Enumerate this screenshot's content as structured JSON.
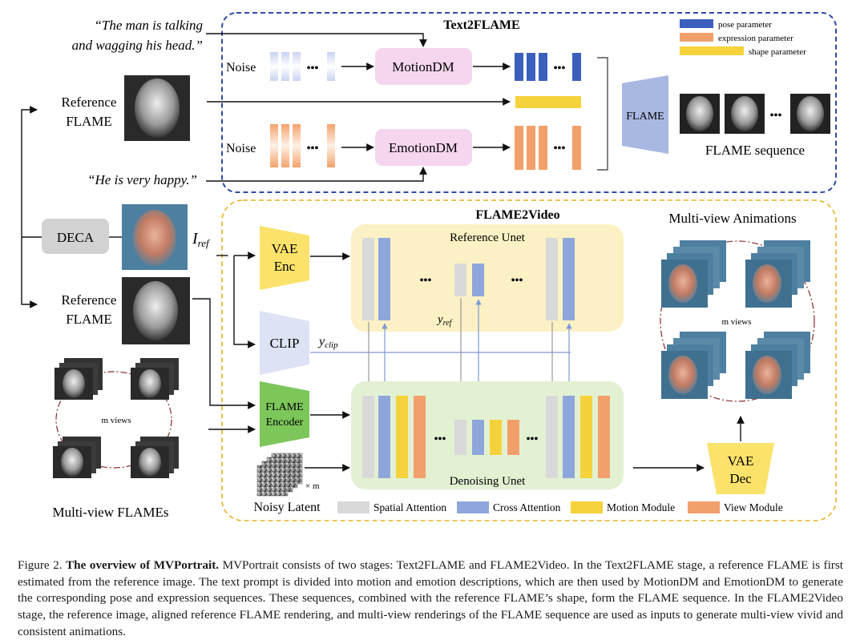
{
  "diagram": {
    "text2flame": {
      "title": "Text2FLAME",
      "prompt_motion": "“The man is talking and wagging his head.”",
      "prompt_motion_line1": "“The man is talking",
      "prompt_motion_line2": "and wagging his head.”",
      "prompt_emotion": "“He is very happy.”",
      "noise_label": "Noise",
      "ellipsis": "•••",
      "motion_model": "MotionDM",
      "emotion_model": "EmotionDM",
      "flame_block": "FLAME",
      "flame_sequence_label": "FLAME sequence",
      "legend": [
        {
          "label": "pose parameter",
          "color": "#3a5fbd"
        },
        {
          "label": "expression parameter",
          "color": "#f2a06b"
        },
        {
          "label": "shape parameter",
          "color": "#f5d23c"
        }
      ]
    },
    "inputs": {
      "reference_flame": "Reference FLAME",
      "ref_line1": "Reference",
      "ref_line2": "FLAME",
      "deca": "DECA",
      "i_ref": "I",
      "i_ref_sub": "ref",
      "multiview_flames": "Multi-view FLAMEs",
      "m_views": "m views",
      "noisy_latent": "Noisy Latent",
      "times_m": "× m"
    },
    "flame2video": {
      "title": "FLAME2Video",
      "vae_enc_1": "VAE",
      "vae_enc_2": "Enc",
      "clip": "CLIP",
      "y_clip": "y",
      "y_clip_sub": "clip",
      "y_ref": "y",
      "y_ref_sub": "ref",
      "flame_encoder_1": "FLAME",
      "flame_encoder_2": "Encoder",
      "reference_unet": "Reference Unet",
      "denoising_unet": "Denoising Unet",
      "vae_dec_1": "VAE",
      "vae_dec_2": "Dec",
      "multiview_animations": "Multi-view Animations",
      "m_views": "m views",
      "legend": [
        {
          "label": "Spatial Attention",
          "color": "#d9d9d9"
        },
        {
          "label": "Cross Attention",
          "color": "#8fa6dc"
        },
        {
          "label": "Motion Module",
          "color": "#f5d23c"
        },
        {
          "label": "View Module",
          "color": "#f2a06b"
        }
      ]
    },
    "colors": {
      "pose": "#3a5fbd",
      "expression": "#f2a06b",
      "shape": "#f5d23c",
      "dm_box": "#f6d6ee",
      "ref_unet_bg": "#fbf1c4",
      "denoise_bg": "#e3f1d3",
      "vae": "#fbe26a",
      "clip": "#dde3f5",
      "flame_encoder": "#7cc65a",
      "deca": "#d2d2d2",
      "flame_trap": "#a9b8e2",
      "text2flame_border": "#2c4aa8",
      "flame2video_border": "#e8b327"
    }
  },
  "caption": {
    "label": "Figure 2.",
    "bold": "The overview of MVPortrait.",
    "text": "MVPortrait consists of two stages: Text2FLAME and FLAME2Video. In the Text2FLAME stage, a reference FLAME is first estimated from the reference image. The text prompt is divided into motion and emotion descriptions, which are then used by MotionDM and EmotionDM to generate the corresponding pose and expression sequences. These sequences, combined with the reference FLAME’s shape, form the FLAME sequence. In the FLAME2Video stage, the reference image, aligned reference FLAME rendering, and multi-view renderings of the FLAME sequence are used as inputs to generate multi-view vivid and consistent animations."
  }
}
